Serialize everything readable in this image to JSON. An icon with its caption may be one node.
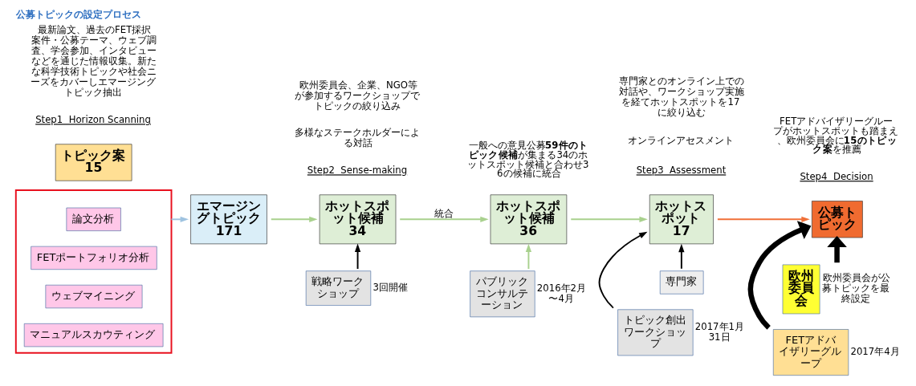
{
  "diagram": {
    "title": "公募トピックの設定プロセス",
    "nodes": [
      {
        "text": [],
        "shape": "box"
      },
      {
        "text": [
          "論文分析"
        ],
        "in": 0
      },
      {
        "text": [
          "FETポートフォリオ分析"
        ],
        "in": 0
      },
      {
        "text": [
          "ウェブマイニング"
        ],
        "in": 0
      },
      {
        "text": [
          "マニュアルスカウティング"
        ],
        "in": 0
      },
      {
        "text": [
          "エマージングトピック",
          "171"
        ]
      },
      {
        "text": [
          "ホットスポット候補",
          "34"
        ]
      },
      {
        "text": [
          "ホットスポット候補",
          "36"
        ]
      },
      {
        "text": [
          "ホットスポット",
          "17"
        ]
      },
      {
        "text": [
          "公募トピック"
        ]
      },
      {
        "text": [
          "戦略ワークショップ"
        ],
        "beside": [
          "3回開催"
        ]
      },
      {
        "text": [
          "パブリックコンサルテーション"
        ],
        "beside": [
          "2016年2月〜4月"
        ]
      },
      {
        "text": [
          "専門家"
        ]
      },
      {
        "text": [
          "トピック創出ワークショップ"
        ],
        "beside": [
          "2017年1月31日"
        ]
      },
      {
        "text": [
          "欧州委員会"
        ],
        "beside": [
          "欧州委員会が公募トピックを最終設定"
        ]
      },
      {
        "text": [
          "トピック案",
          "15"
        ]
      },
      {
        "text": [
          "FETアドバイザリーグループ"
        ],
        "beside": [
          "2017年4月"
        ]
      }
    ],
    "edges": [
      {
        "from": 0,
        "to": 5,
        "arrow": "to",
        "color": "#9fc3e0"
      },
      {
        "from": 5,
        "to": 6,
        "arrow": "to",
        "color": "#a9d18e"
      },
      {
        "from": 10,
        "to": 6,
        "arrow": "to"
      },
      {
        "from": 6,
        "to": 7,
        "arrow": "to",
        "color": "#a9d18e",
        "label": "統合"
      },
      {
        "from": 11,
        "to": 7,
        "arrow": "to",
        "color": "#a9d18e"
      },
      {
        "from": 7,
        "to": 8,
        "arrow": "to",
        "color": "#a9d18e"
      },
      {
        "from": 12,
        "to": 8,
        "arrow": "to"
      },
      {
        "from": 13,
        "to": 8,
        "arrow": "to"
      },
      {
        "from": 8,
        "to": 9,
        "arrow": "to",
        "color": "#f07038"
      },
      {
        "from": 14,
        "to": 9,
        "arrow": "to",
        "style": "thick",
        "color": "#000000"
      },
      {
        "from": 16,
        "to": 9,
        "arrow": "to",
        "style": "thick",
        "color": "#000000"
      }
    ],
    "labels": [
      "Step1  Horizon Scanning",
      "Step2  Sense-making",
      "多様なステークホルダーによる対話",
      "Step3  Assessment",
      "オンラインアセスメント",
      "Step4  Decision",
      "最新論文、過去のFET採択案件・公募テーマ、ウェブ調査、学会参加、インタビューなどを通じた情報収集。新たな科学技術トピックや社会ニーズをカバーしエマージングトピック抽出",
      "欧州委員会、企業、NGO等が参加するワークショップでトピックの絞り込み",
      "一般への意見公募**59件のトピック候補**が集まる34のホットスポット候補と合わせ36の候補に統合",
      "専門家とのオンライン上での対話や、ワークショップ実施を経てホットスポットを17に絞り込む",
      "FETアドバイザリーグループがホットスポットも踏まえ、欧州委員会に**15のトピック案**を推薦"
    ]
  }
}
